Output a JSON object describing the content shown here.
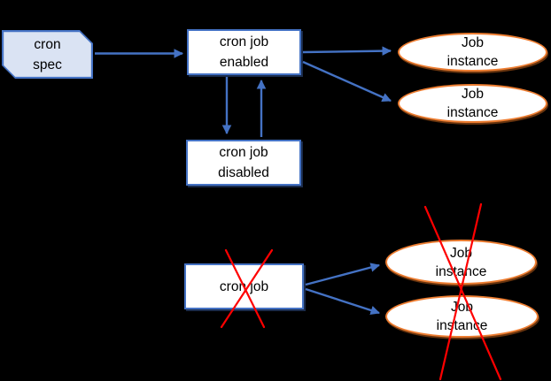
{
  "colors": {
    "background": "#000000",
    "blue": "#4472C4",
    "light_blue_fill": "#DAE3F3",
    "white_fill": "#FFFFFF",
    "orange": "#ED7D31",
    "red": "#FF0000",
    "text": "#000000"
  },
  "diagram": {
    "nodes": {
      "cron_spec": {
        "shape": "snip-corner-rectangle",
        "lines": [
          "cron",
          "spec"
        ]
      },
      "cron_job_enabled": {
        "shape": "rectangle",
        "lines": [
          "cron job",
          "enabled"
        ]
      },
      "cron_job_disabled": {
        "shape": "rectangle",
        "lines": [
          "cron job",
          "disabled"
        ]
      },
      "cron_job_deleted": {
        "shape": "rectangle",
        "lines": [
          "cron job"
        ],
        "crossed_out": true
      },
      "job_instance_top_1": {
        "shape": "ellipse",
        "lines": [
          "Job",
          "instance"
        ]
      },
      "job_instance_top_2": {
        "shape": "ellipse",
        "lines": [
          "Job",
          "instance"
        ]
      },
      "job_instance_bottom_1": {
        "shape": "ellipse",
        "lines": [
          "Job",
          "instance"
        ],
        "crossed_out": true
      },
      "job_instance_bottom_2": {
        "shape": "ellipse",
        "lines": [
          "Job",
          "instance"
        ],
        "crossed_out": true
      }
    },
    "edges": [
      {
        "from": "cron_spec",
        "to": "cron_job_enabled"
      },
      {
        "from": "cron_job_enabled",
        "to": "cron_job_disabled"
      },
      {
        "from": "cron_job_disabled",
        "to": "cron_job_enabled"
      },
      {
        "from": "cron_job_enabled",
        "to": "job_instance_top_1"
      },
      {
        "from": "cron_job_enabled",
        "to": "job_instance_top_2"
      },
      {
        "from": "cron_job_deleted",
        "to": "job_instance_bottom_1"
      },
      {
        "from": "cron_job_deleted",
        "to": "job_instance_bottom_2"
      }
    ]
  }
}
